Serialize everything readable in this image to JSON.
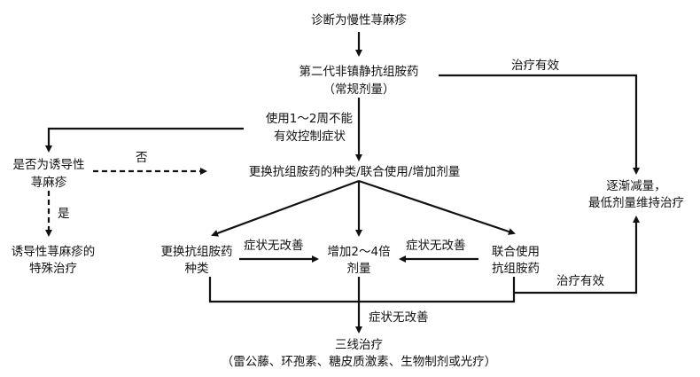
{
  "nodes": {
    "diagnosis": "诊断为慢性荨麻疹",
    "second_gen_line1": "第二代非镇静抗组胺药",
    "second_gen_line2": "（常规剂量）",
    "switch_all": "更换抗组胺药的种类/联合使用/增加剂量",
    "induced_q_line1": "是否为诱导性",
    "induced_q_line2": "荨麻疹",
    "induced_tx_line1": "诱导性荨麻疹的",
    "induced_tx_line2": "特殊治疗",
    "switch_type_line1": "更换抗组胺药",
    "switch_type_line2": "种类",
    "increase_line1": "增加2～4倍",
    "increase_line2": "剂量",
    "combine_line1": "联合使用",
    "combine_line2": "抗组胺药",
    "taper_line1": "逐渐减量，",
    "taper_line2": "最低剂量维持治疗",
    "third_line_line1": "三线治疗",
    "third_line_line2": "（雷公藤、环孢素、糖皮质激素、生物制剂或光疗）"
  },
  "labels": {
    "effective_top": "治疗有效",
    "uncontrolled_line1": "使用1～2周不能",
    "uncontrolled_line2": "有效控制症状",
    "no": "否",
    "yes": "是",
    "no_improve_left": "症状无改善",
    "no_improve_right": "症状无改善",
    "effective_bottom": "治疗有效",
    "no_improve_bottom": "症状无改善"
  }
}
